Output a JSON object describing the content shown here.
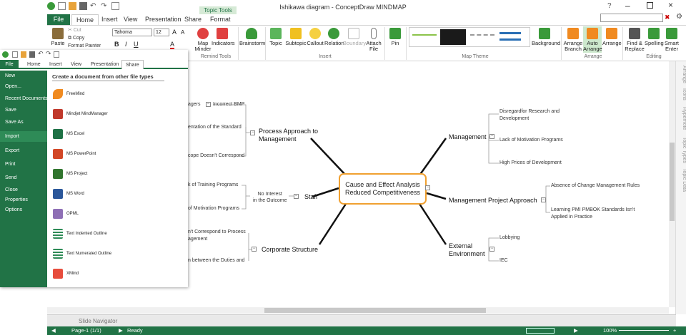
{
  "window": {
    "title": "Ishikawa diagram - ConceptDraw MINDMAP",
    "context_tab": "Topic Tools"
  },
  "tabs": [
    "File",
    "Home",
    "Insert",
    "View",
    "Presentation",
    "Share",
    "Format"
  ],
  "search": {
    "value": ""
  },
  "ribbon": {
    "paste": "Paste",
    "cut": "Cut",
    "copy": "Copy",
    "format_painter": "Format Painter",
    "font": "Tahoma",
    "size": "12",
    "map_minder": "Map Minder",
    "indicators": "Indicators",
    "remind_tools": "Remind Tools",
    "brainstorm": "Brainstorm",
    "topic": "Topic",
    "subtopic": "Subtopic",
    "callout": "Callout",
    "relation": "Relation",
    "boundary": "Boundary",
    "attach_file": "Attach File",
    "insert_label": "Insert",
    "pin": "Pin",
    "map_theme": "Map Theme",
    "background": "Background",
    "arrange_branch": "Arrange Branch",
    "auto_arrange": "Auto Arrange",
    "arrange": "Arrange",
    "arrange_label": "Arrange",
    "find_replace": "Find & Replace",
    "spelling": "Spelling",
    "smart_enter": "Smart Enter",
    "editing_label": "Editing"
  },
  "backstage": {
    "tabs": [
      "File",
      "Home",
      "Insert",
      "View",
      "Presentation",
      "Share"
    ],
    "menu": [
      "New",
      "Open...",
      "Recent Documents",
      "Save",
      "Save As",
      "Import",
      "Export",
      "Print",
      "Send",
      "Close",
      "Properties",
      "Options"
    ],
    "heading": "Create a document from other file types",
    "items": [
      "FreeMind",
      "Mindjet MindManager",
      "MS Excel",
      "MS PowerPoint",
      "MS Project",
      "MS Word",
      "OPML",
      "Text Indented Outline",
      "Text Numerated Outline",
      "XMind"
    ]
  },
  "right_tabs": [
    "Arrange",
    "Icons",
    "Hypernote",
    "Topic Types",
    "Topic Data"
  ],
  "map": {
    "central": [
      "Cause and Effect Analysis",
      "Reduced Competitiveness"
    ],
    "process": [
      "Process Approach to",
      "Management"
    ],
    "process_children": [
      "agers",
      "Incorrect BMP",
      "entation of the Standard",
      "cope Doesn't Correspond"
    ],
    "staff": "Staff",
    "no_interest": [
      "No Interest",
      "in the Outcome"
    ],
    "staff_children": [
      "k of Training Programs",
      "of Motivation Programs"
    ],
    "corporate": "Corporate Structure",
    "corporate_children": [
      "n't Correspond to Process",
      "agement",
      "n between the Duties and"
    ],
    "management": "Management",
    "management_children": [
      "Disregardfor Research and",
      "Development",
      "Lack of Motivation Programs",
      "High Prices of Development"
    ],
    "mpa": "Management Project Approach",
    "mpa_children": [
      "Absence of Change Management Rules",
      "Learning PMI PMBOK Standards Isn't",
      "Applied in Practice"
    ],
    "external": [
      "External",
      "Environment"
    ],
    "external_children": [
      "Lobbying",
      "IEC"
    ]
  },
  "slide_navigator": "Slide Navigator",
  "status": {
    "page": "Page-1 (1/1)",
    "ready": "Ready",
    "zoom": "100%"
  },
  "colors": {
    "accent": "#217346",
    "central_border": "#f0a030"
  }
}
